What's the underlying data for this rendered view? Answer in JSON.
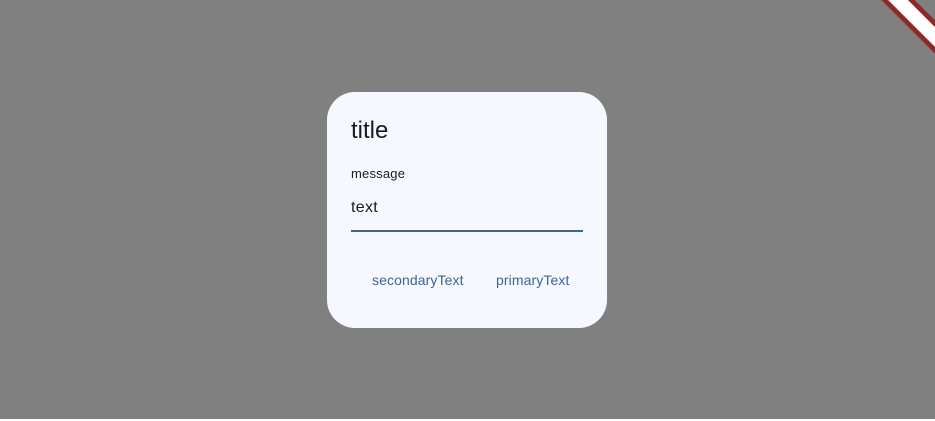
{
  "dialog": {
    "title": "title",
    "field": {
      "label": "message",
      "value": "text"
    },
    "actions": {
      "secondary_label": "secondaryText",
      "primary_label": "primaryText"
    }
  },
  "colors": {
    "scrim": "#808080",
    "dialog_background": "#f6f8ff",
    "accent": "#3f6593",
    "text": "#1b1b1f",
    "debug_banner": "#8b2a2a"
  }
}
